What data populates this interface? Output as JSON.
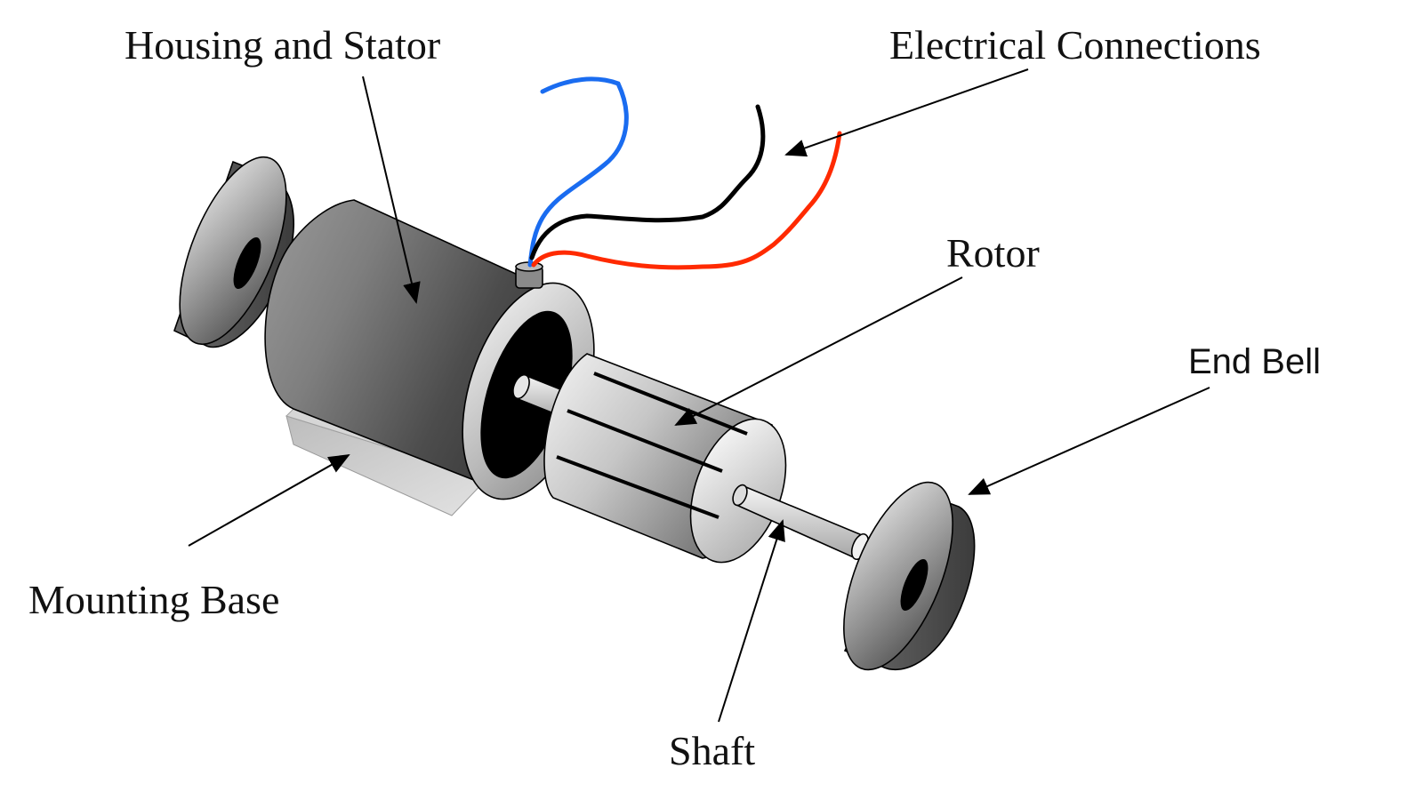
{
  "labels": {
    "housing_stator": "Housing and Stator",
    "electrical_connections": "Electrical Connections",
    "rotor": "Rotor",
    "end_bell": "End Bell",
    "mounting_base": "Mounting Base",
    "shaft": "Shaft"
  },
  "colors": {
    "wire_blue": "#1a6cf0",
    "wire_black": "#000000",
    "wire_red": "#ff2a00",
    "metal_dark": "#5a5a5a",
    "metal_light": "#e6e6e6",
    "base_gray": "#c8c8c8"
  }
}
